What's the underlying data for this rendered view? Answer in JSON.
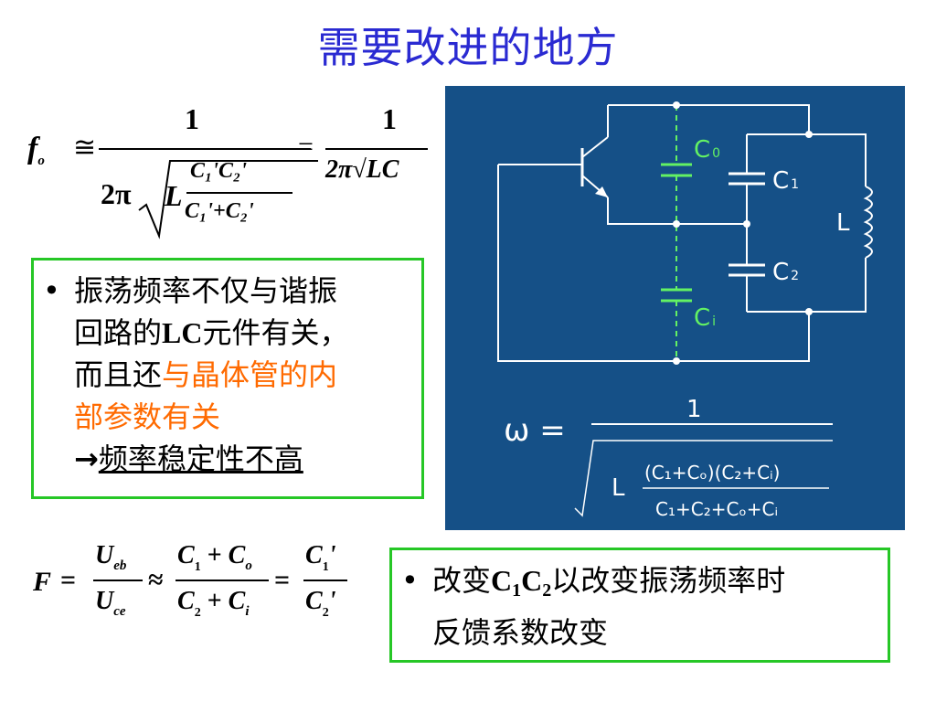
{
  "title": "需要改进的地方",
  "formula_f0": {
    "lhs": "f",
    "lhs_sub": "o",
    "approx": "≅",
    "equals": "=",
    "num1": "1",
    "den_prefix": "2π",
    "L": "L",
    "inner_num": "C₁'C₂'",
    "inner_den": "C₁'+C₂'",
    "num2": "1",
    "den2": "2π√LC"
  },
  "left_box": {
    "line1": "振荡频率不仅与谐振",
    "line2_a": "回路的",
    "line2_b": "LC",
    "line2_c": "元件有关，",
    "line3_a": "而且还",
    "line3_b": "与晶体管的内",
    "line4": "部参数有关",
    "arrow": "→",
    "line5": "频率稳定性不高",
    "bullet": "•"
  },
  "formula_F": {
    "F": "F",
    "eq": "=",
    "approx": "≈",
    "U": "U",
    "eb": "eb",
    "ce": "ce",
    "C": "C",
    "s1": "1",
    "s2": "2",
    "so": "o",
    "si": "i",
    "plus": "+",
    "prime": "'"
  },
  "right_box": {
    "bullet": "•",
    "line1_a": "改变",
    "line1_b": "C",
    "line1_b_sub": "1",
    "line1_c": "C",
    "line1_c_sub": "2",
    "line1_d": "以改变振荡频率时",
    "line2": "反馈系数改变"
  },
  "circuit": {
    "label_c0": "C",
    "label_c0_sub": "0",
    "label_c1": "C",
    "label_c1_sub": "1",
    "label_c2": "C",
    "label_c2_sub": "2",
    "label_ci": "C",
    "label_ci_sub": "i",
    "label_L": "L",
    "omega": "ω =",
    "omega_num": "1",
    "omega_L": "L",
    "omega_inner_num": "(C₁+Cₒ)(C₂+Cᵢ)",
    "omega_inner_den": "C₁+C₂+Cₒ+Cᵢ",
    "bg_color": "#155087",
    "wire_color": "#ffffff",
    "parasitic_color": "#63f263"
  }
}
